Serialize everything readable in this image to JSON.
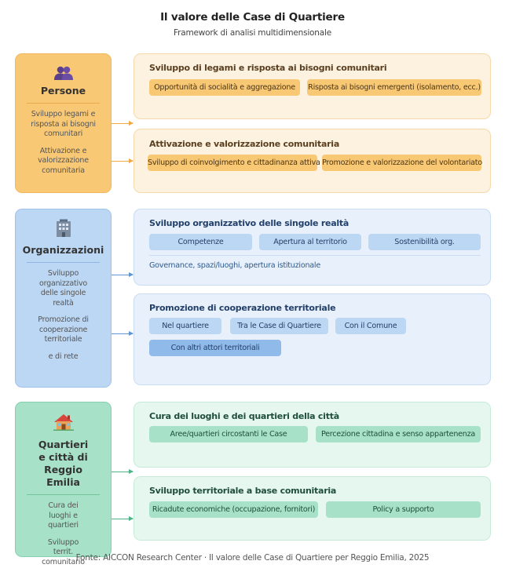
{
  "title": "Il valore delle Case di Quartiere",
  "subtitle": "Framework di analisi multidimensionale",
  "colors": {
    "orange": "#f9c874",
    "blue": "#bcd7f3",
    "green": "#a7e1c7"
  },
  "sections": [
    {
      "name": "Persone",
      "icon": "people-icon",
      "items": [
        "Sviluppo legami e risposta ai bisogni comunitari",
        "Attivazione e valorizzazione comunitaria"
      ],
      "cards": [
        {
          "title": "Sviluppo di legami e risposta ai bisogni comunitari",
          "chips": [
            "Opportunità di socialità e aggregazione",
            "Risposta ai bisogni emergenti (isolamento, ecc.)"
          ]
        },
        {
          "title": "Attivazione e valorizzazione comunitaria",
          "chips": [
            "Sviluppo di coinvolgimento e cittadinanza attiva",
            "Promozione e valorizzazione del volontariato"
          ]
        }
      ]
    },
    {
      "name": "Organizzazioni",
      "icon": "building-icon",
      "items": [
        "Sviluppo organizzativo delle singole realtà",
        "Promozione di cooperazione territoriale",
        "e di rete"
      ],
      "cards": [
        {
          "title": "Sviluppo organizzativo delle singole realtà",
          "chips": [
            "Competenze",
            "Apertura al territorio",
            "Sostenibilità org."
          ],
          "note": "Governance, spazi/luoghi, apertura istituzionale"
        },
        {
          "title": "Promozione di cooperazione territoriale",
          "chips": [
            "Nel quartiere",
            "Tra le Case di Quartiere",
            "Con il Comune",
            "Con altri attori territoriali"
          ]
        }
      ]
    },
    {
      "name": "Quartieri e città di Reggio Emilia",
      "icon": "house-icon",
      "items": [
        "Cura dei luoghi e quartieri",
        "Sviluppo territ. comunitario"
      ],
      "cards": [
        {
          "title": "Cura dei luoghi e dei quartieri della città",
          "chips": [
            "Aree/quartieri circostanti le Case",
            "Percezione cittadina e senso appartenenza"
          ]
        },
        {
          "title": "Sviluppo territoriale a base comunitaria",
          "chips": [
            "Ricadute economiche (occupazione, fornitori)",
            "Policy a supporto"
          ]
        }
      ]
    }
  ],
  "footer": "Fonte: AICCON Research Center · Il valore delle Case di Quartiere per Reggio Emilia, 2025"
}
